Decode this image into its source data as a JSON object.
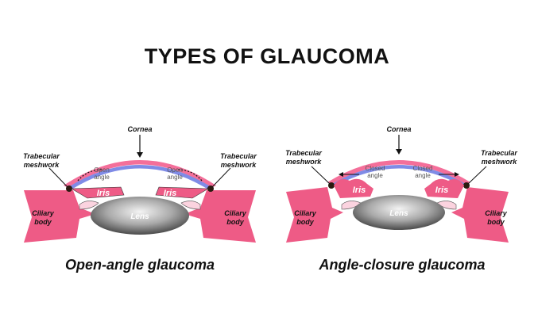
{
  "title": "TYPES OF GLAUCOMA",
  "left_panel": {
    "caption": "Open-angle glaucoma",
    "labels": {
      "cornea": "Cornea",
      "trabecular_left_1": "Trabecular",
      "trabecular_left_2": "meshwork",
      "trabecular_right_1": "Trabecular",
      "trabecular_right_2": "meshwork",
      "angle_left_1": "Open",
      "angle_left_2": "angle",
      "angle_right_1": "Open",
      "angle_right_2": "angle",
      "iris_left": "Iris",
      "iris_right": "Iris",
      "lens": "Lens",
      "ciliary_left_1": "Ciliary",
      "ciliary_left_2": "body",
      "ciliary_right_1": "Ciliary",
      "ciliary_right_2": "body"
    }
  },
  "right_panel": {
    "caption": "Angle-closure glaucoma",
    "labels": {
      "cornea": "Cornea",
      "trabecular_left_1": "Trabecular",
      "trabecular_left_2": "meshwork",
      "trabecular_right_1": "Trabecular",
      "trabecular_right_2": "meshwork",
      "angle_left_1": "Closed",
      "angle_left_2": "angle",
      "angle_right_1": "Closed",
      "angle_right_2": "angle",
      "iris_left": "Iris",
      "iris_right": "Iris",
      "lens": "Lens",
      "ciliary_left_1": "Ciliary",
      "ciliary_left_2": "body",
      "ciliary_right_1": "Ciliary",
      "ciliary_right_2": "body"
    }
  },
  "colors": {
    "tissue_pink": "#ee5b86",
    "cornea_blue": "#7f8be6",
    "cornea_pink": "#f46f9a",
    "lens_gray": "#9a9a9a"
  }
}
